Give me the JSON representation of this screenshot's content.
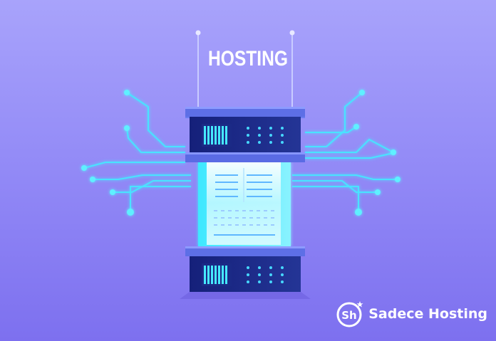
{
  "image": {
    "title": "HOSTING",
    "brand": {
      "logo_text": "Sh",
      "name": "Sadece Hosting"
    },
    "colors": {
      "background_top": "#a8a3fb",
      "background_bottom": "#7d70ef",
      "glow": "#3ff0ff",
      "server_dark": "#1f2f8a",
      "server_top": "#5f72e8"
    },
    "icons": [
      "server-rack",
      "circuit-lines",
      "brand-logo"
    ]
  }
}
